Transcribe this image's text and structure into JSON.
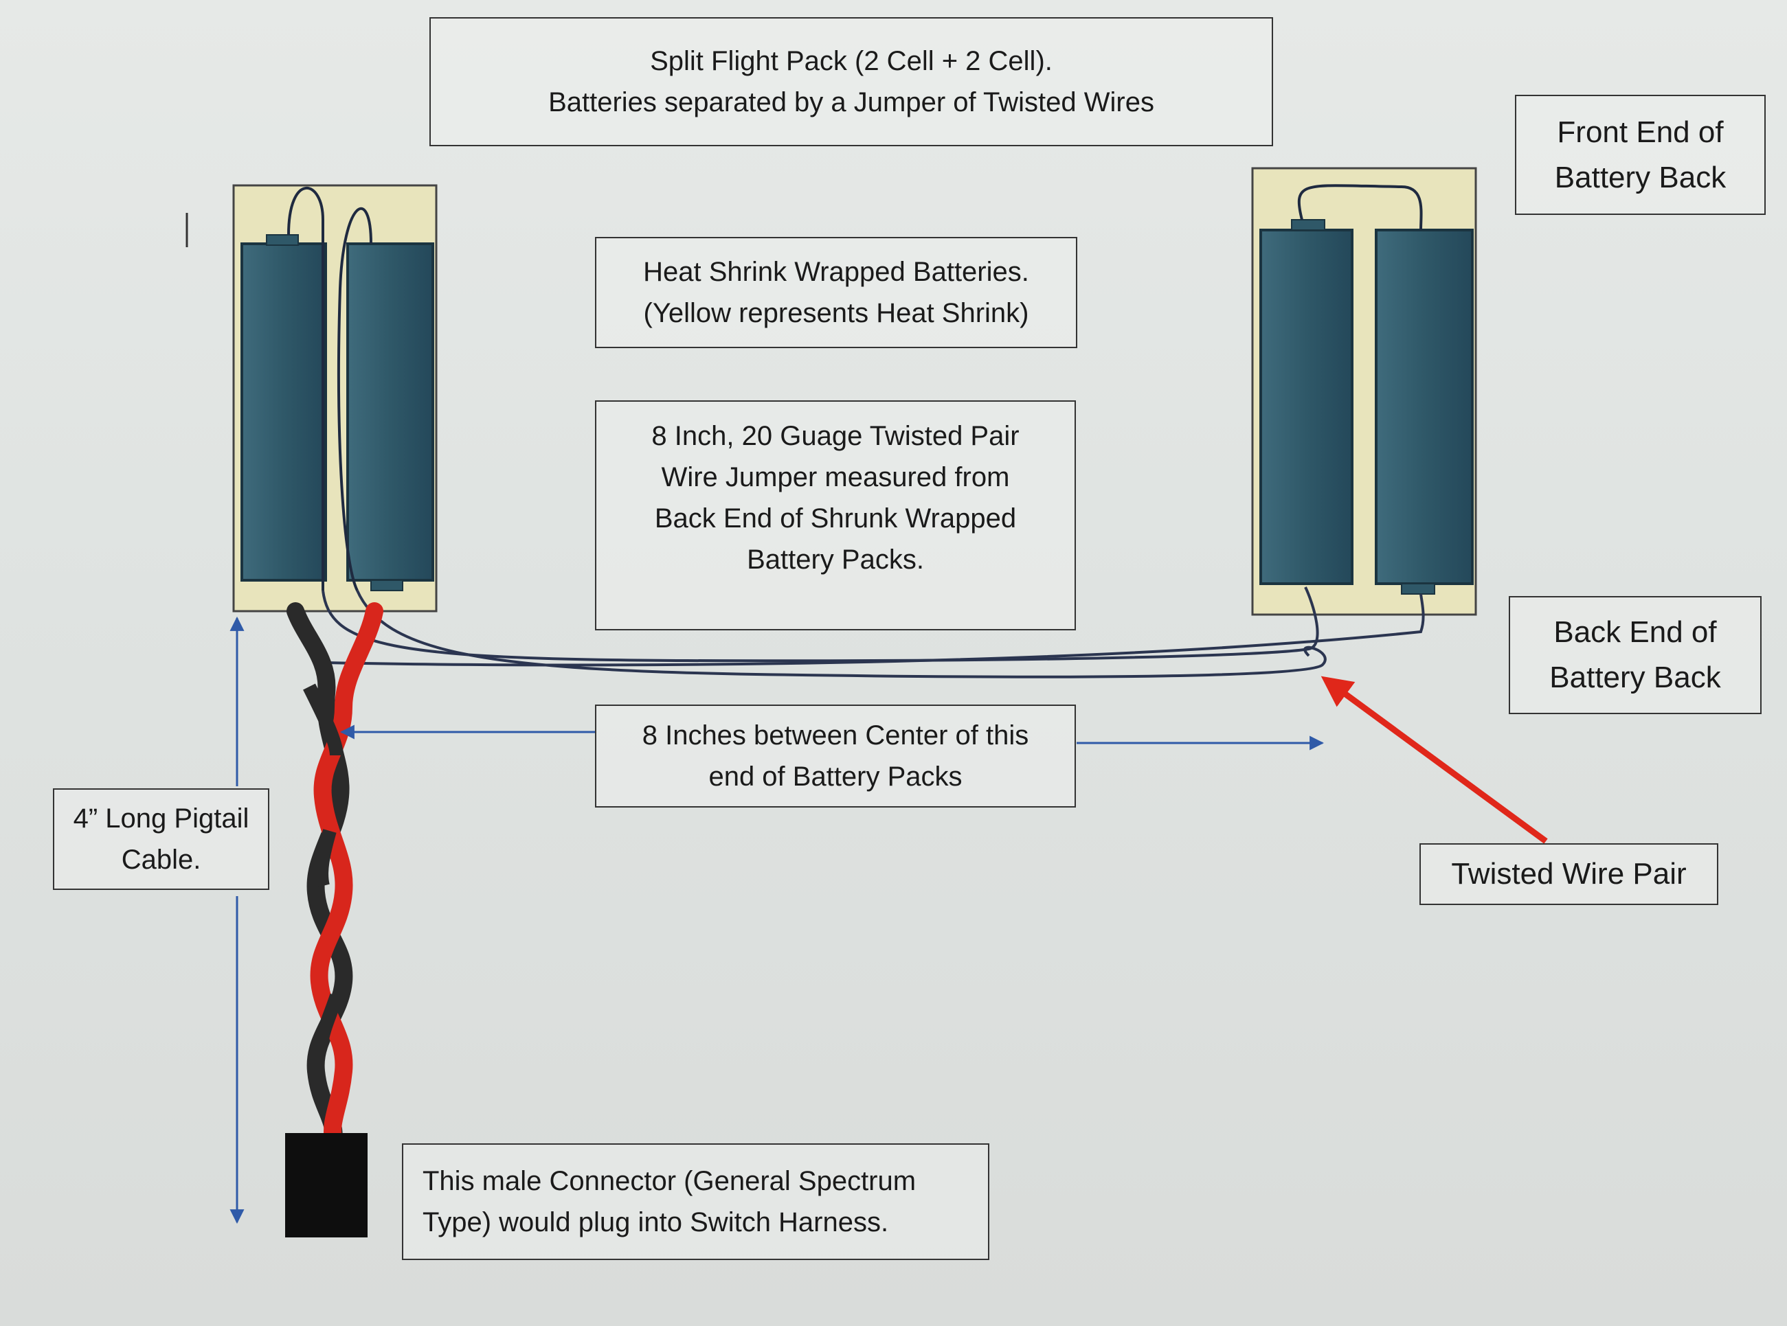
{
  "title_box": {
    "line1": "Split Flight Pack (2 Cell + 2 Cell).",
    "line2": "Batteries separated by a Jumper of Twisted Wires"
  },
  "front_end_box": {
    "line1": "Front End of",
    "line2": "Battery Back"
  },
  "heat_shrink_box": {
    "line1": "Heat Shrink Wrapped Batteries.",
    "line2": "(Yellow represents Heat Shrink)"
  },
  "jumper_box": {
    "line1": "8 Inch, 20 Guage Twisted Pair",
    "line2": "Wire Jumper measured from",
    "line3": "Back End of Shrunk Wrapped",
    "line4": "Battery Packs."
  },
  "back_end_box": {
    "line1": "Back End of",
    "line2": "Battery Back"
  },
  "distance_box": {
    "line1": "8 Inches between Center of this",
    "line2": "end of Battery Packs"
  },
  "pigtail_box": {
    "line1": "4” Long Pigtail",
    "line2": "Cable."
  },
  "twisted_pair_box": {
    "line1": "Twisted Wire Pair"
  },
  "connector_box": {
    "line1": "This male Connector (General Spectrum",
    "line2": "Type) would plug into Switch Harness."
  },
  "colors": {
    "heat_shrink": "#e8e4bc",
    "battery_cell": "#2f5868",
    "wire_red": "#d8261c",
    "wire_black": "#2a2a2a",
    "jumper_wire": "#2b3550",
    "pointer_arrow": "#e0271a",
    "dimension_arrow": "#2f5aa8"
  }
}
